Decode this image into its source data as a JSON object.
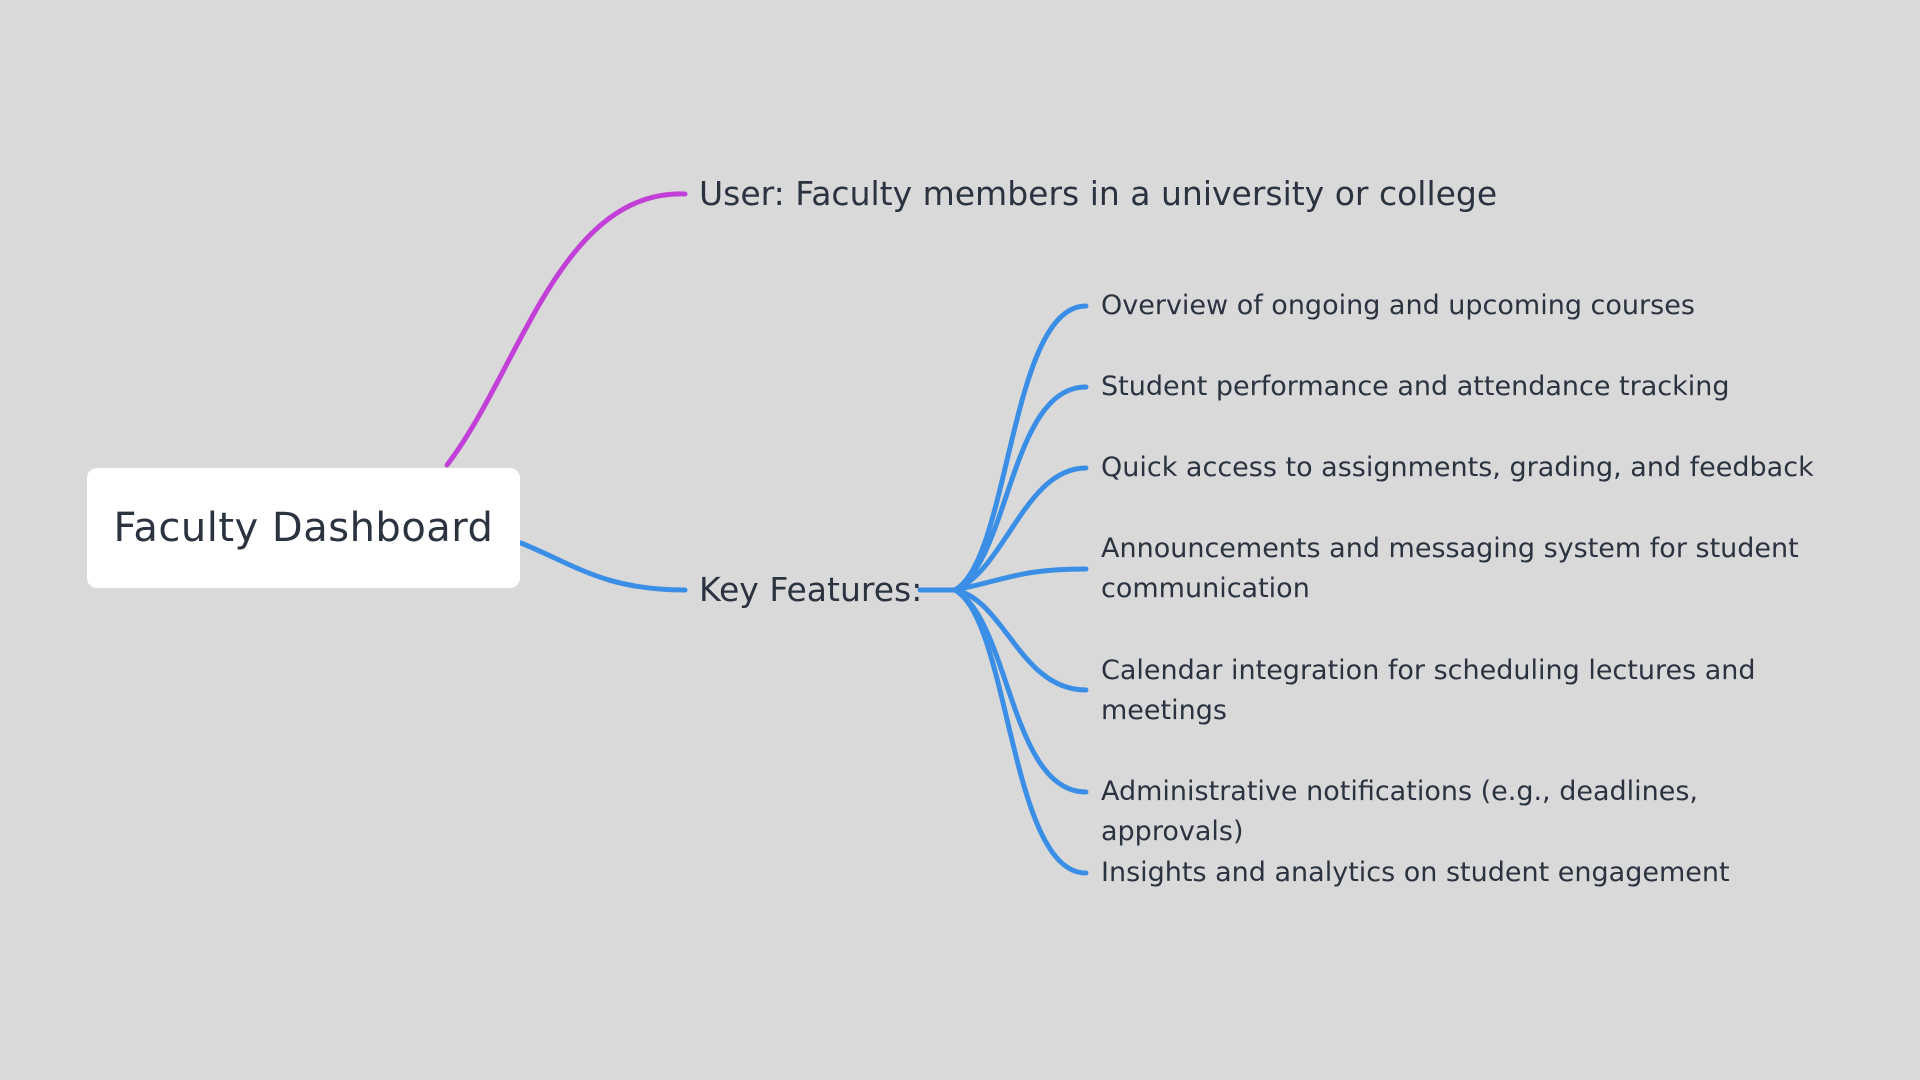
{
  "colors": {
    "background": "#d9d9d9",
    "node_fill": "#ffffff",
    "text": "#2b3340",
    "user_branch": "#c23fd8",
    "features_branch": "#3a8ee6"
  },
  "root": {
    "label": "Faculty Dashboard"
  },
  "branches": {
    "user": {
      "label": "User: Faculty members in a university or college"
    },
    "features": {
      "label": "Key Features:",
      "items": [
        "Overview of ongoing and upcoming courses",
        "Student performance and attendance tracking",
        "Quick access to assignments, grading, and feedback",
        "Announcements and messaging system for student communication",
        "Calendar integration for scheduling lectures and meetings",
        "Administrative notifications (e.g., deadlines, approvals)",
        "Insights and analytics on student engagement"
      ]
    }
  }
}
